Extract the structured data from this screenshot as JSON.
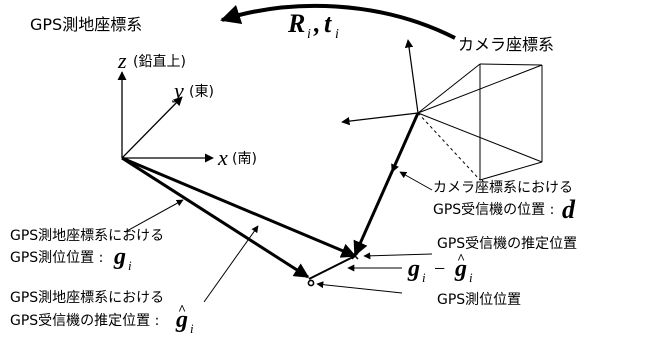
{
  "labels": {
    "gps_frame": "GPS測地座標系",
    "camera_frame": "カメラ座標系",
    "z_axis": "z",
    "z_note": "(鉛直上)",
    "y_axis": "y",
    "y_note": "(東)",
    "x_axis": "x",
    "x_note": "(南)",
    "rot_R": "R",
    "rot_i": "i",
    "sep": ",",
    "trans_t": "t",
    "trans_i": "i",
    "d_line1": "カメラ座標系における",
    "d_line2": "GPS受信機の位置 :",
    "d_symbol": "d",
    "g_line1": "GPS測地座標系における",
    "g_line2": "GPS測位位置 :",
    "g_symbol": "g",
    "g_sub": "i",
    "est_line1": "GPS測地座標系における",
    "est_line2": "GPS受信機の推定位置 :",
    "est_symbol": "g",
    "est_hat": "^",
    "est_sub": "i",
    "receiver_est_label": "GPS受信機の推定位置",
    "diff_g": "g",
    "diff_g_sub": "i",
    "diff_minus": "−",
    "diff_ghat": "g",
    "diff_hat": "^",
    "diff_ghat_sub": "i",
    "gps_measured_label": "GPS測位位置"
  }
}
